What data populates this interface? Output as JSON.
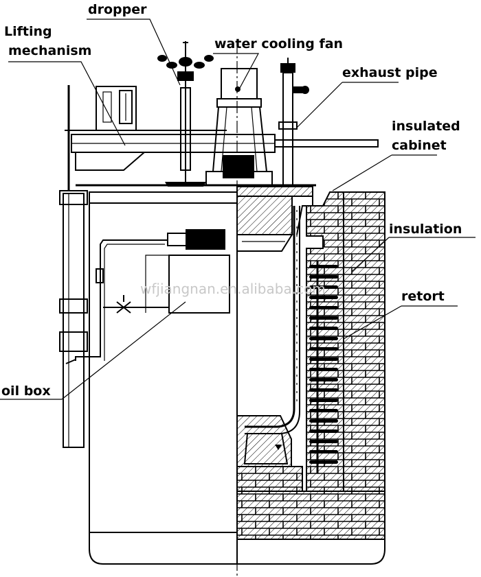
{
  "labels": {
    "dropper": "dropper",
    "lifting_line1": "Lifting",
    "lifting_line2": "mechanism",
    "fan": "water cooling fan",
    "exhaust": "exhaust pipe",
    "cabinet_line1": "insulated",
    "cabinet_line2": "cabinet",
    "insulation": "insulation",
    "retort": "retort",
    "oil_box": "oil box"
  },
  "watermark": "wfjiangnan.en.alibaba.com"
}
